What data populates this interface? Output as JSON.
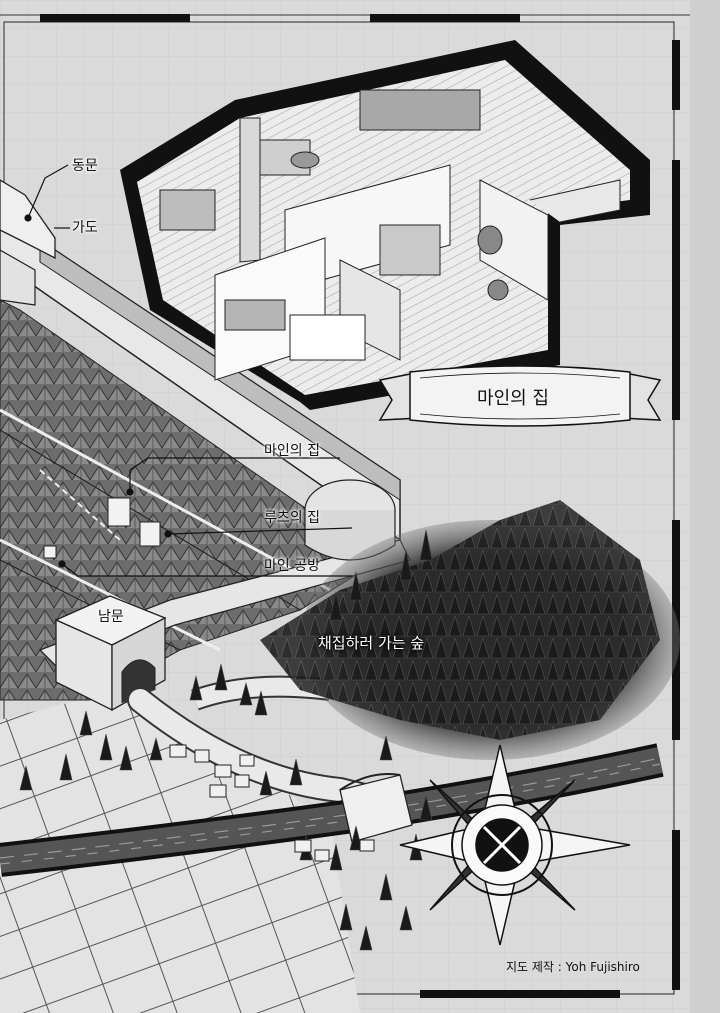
{
  "map": {
    "labels": {
      "east_gate": "동문",
      "road": "가도",
      "main_house_pointer": "마인의 집",
      "lutz_house": "루츠의 집",
      "main_workshop": "마인 공방",
      "south_gate": "남문",
      "gathering_forest": "채집하러 가는 숲"
    },
    "banner_title": "마인의 집",
    "credit": "지도 제작 : Yoh Fujishiro"
  }
}
